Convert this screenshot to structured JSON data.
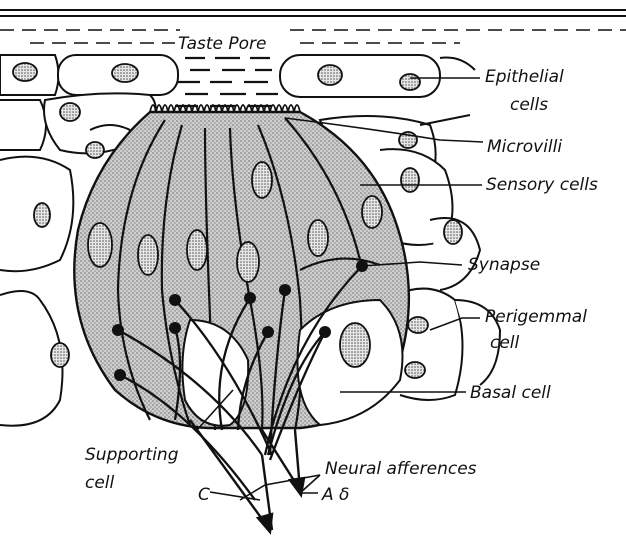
{
  "diagram": {
    "colors": {
      "ink": "#111111",
      "stipple": "#b4b4b4",
      "paper": "#ffffff"
    },
    "labels": {
      "taste_pore": "Taste Pore",
      "epithelial_1": "Epithelial",
      "epithelial_2": "cells",
      "microvilli": "Microvilli",
      "sensory_cells": "Sensory cells",
      "synapse": "Synapse",
      "perigemmal_1": "Perigemmal",
      "perigemmal_2": "cell",
      "basal_cell": "Basal cell",
      "supporting_1": "Supporting",
      "supporting_2": "cell",
      "neural_afferences": "Neural afferences",
      "fiber_c": "C",
      "fiber_a_delta": "A δ"
    }
  }
}
